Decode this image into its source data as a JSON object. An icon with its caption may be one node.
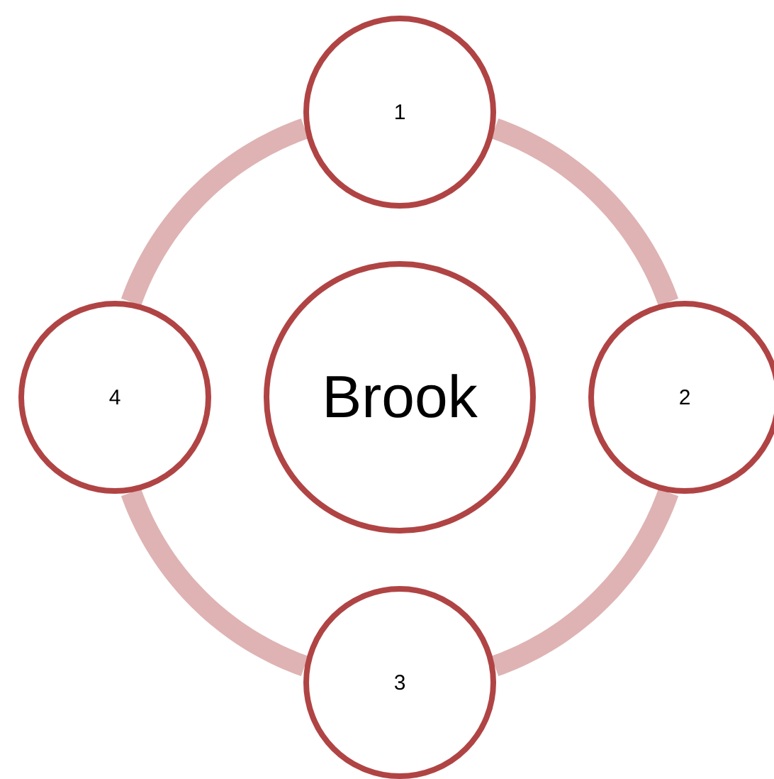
{
  "diagram": {
    "nodes": [
      {
        "text": [
          "Brook"
        ]
      },
      {
        "text": [
          "1"
        ]
      },
      {
        "text": [
          "2"
        ]
      },
      {
        "text": [
          "3"
        ]
      },
      {
        "text": [
          "4"
        ]
      }
    ],
    "edges": [
      {
        "from": 1,
        "to": 2,
        "arrow": "none"
      },
      {
        "from": 2,
        "to": 3,
        "arrow": "none"
      },
      {
        "from": 3,
        "to": 4,
        "arrow": "none"
      },
      {
        "from": 4,
        "to": 1,
        "arrow": "none"
      }
    ]
  }
}
